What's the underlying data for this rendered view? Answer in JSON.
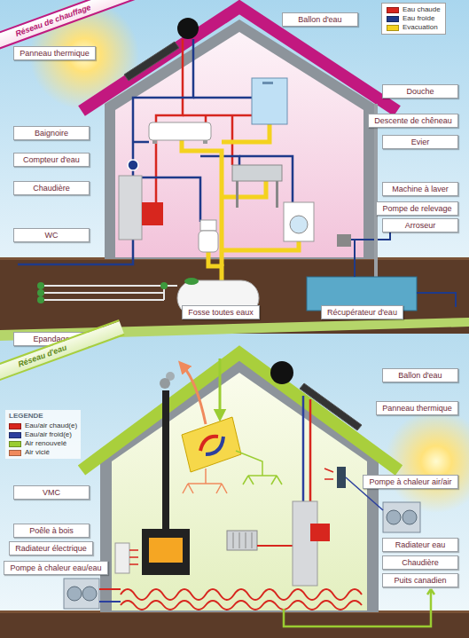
{
  "diagram": {
    "nodes": [
      {
        "text": [
          "Réseau de chauffage"
        ]
      },
      {
        "text": [
          "Ballon d'eau"
        ]
      },
      {
        "text": [
          "Panneau thermique"
        ]
      },
      {
        "text": [
          "Douche"
        ]
      },
      {
        "text": [
          "Baignoire"
        ]
      },
      {
        "text": [
          "Descente de chêneau"
        ]
      },
      {
        "text": [
          "Compteur d'eau"
        ]
      },
      {
        "text": [
          "Evier"
        ]
      },
      {
        "text": [
          "Chaudière"
        ]
      },
      {
        "text": [
          "Machine à laver"
        ]
      },
      {
        "text": [
          "Pompe de relevage"
        ]
      },
      {
        "text": [
          "WC"
        ]
      },
      {
        "text": [
          "Arroseur"
        ]
      },
      {
        "text": [
          "Fosse toutes eaux"
        ]
      },
      {
        "text": [
          "Récupérateur d'eau"
        ]
      },
      {
        "text": [
          "Epandage"
        ]
      },
      {
        "text": [
          "Réseau d'eau"
        ]
      },
      {
        "text": [
          "Ballon d'eau"
        ]
      },
      {
        "text": [
          "Panneau thermique"
        ]
      },
      {
        "text": [
          "VMC"
        ]
      },
      {
        "text": [
          "Pompe à chaleur air/air"
        ]
      },
      {
        "text": [
          "Poêle à bois"
        ]
      },
      {
        "text": [
          "Radiateur eau"
        ]
      },
      {
        "text": [
          "Radiateur électrique"
        ]
      },
      {
        "text": [
          "Chaudière"
        ]
      },
      {
        "text": [
          "Pompe à chaleur eau/eau"
        ]
      },
      {
        "text": [
          "Puits canadien"
        ]
      }
    ],
    "labels": [
      "LEGENDE"
    ],
    "legend": [
      {
        "text": "Eau chaude",
        "color": "#d7261e"
      },
      {
        "text": "Eau froide",
        "color": "#1e3a8a"
      },
      {
        "text": "Evacuation",
        "color": "#f4d21f"
      },
      {
        "text": "Eau/air chaud(e)",
        "color": "#d7261e"
      },
      {
        "text": "Eau/air froid(e)",
        "color": "#2b3f9e"
      },
      {
        "text": "Air renouvelé",
        "color": "#9acd32"
      },
      {
        "text": "Air vicié",
        "color": "#f08a5d"
      }
    ]
  }
}
